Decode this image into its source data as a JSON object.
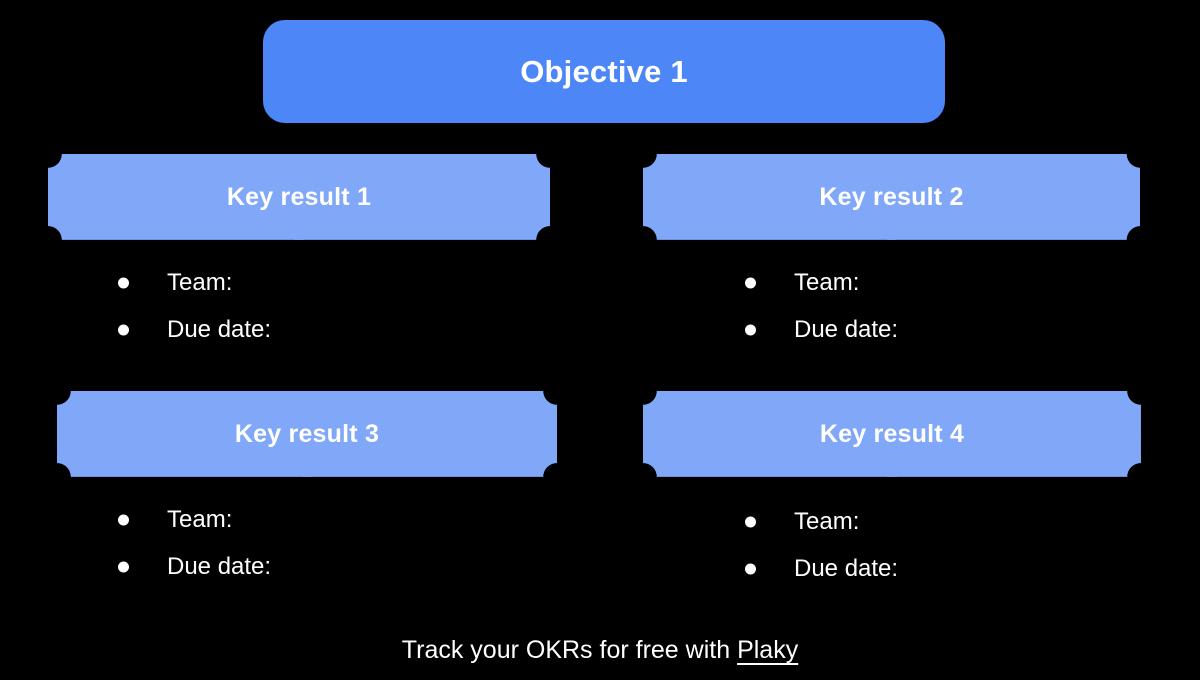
{
  "objective": {
    "label": "Objective 1"
  },
  "key_results": [
    {
      "title": "Key result 1",
      "bullets": [
        "Team:",
        "Due date:"
      ]
    },
    {
      "title": "Key result 2",
      "bullets": [
        "Team:",
        "Due date:"
      ]
    },
    {
      "title": "Key result 3",
      "bullets": [
        "Team:",
        "Due date:"
      ]
    },
    {
      "title": "Key result 4",
      "bullets": [
        "Team:",
        "Due date:"
      ]
    }
  ],
  "footer": {
    "text": "Track your OKRs for free with ",
    "link_label": "Plaky"
  },
  "colors": {
    "background": "#000000",
    "objective_fill": "#4C86F7",
    "key_result_fill": "#81A7F8",
    "text": "#FFFFFF"
  }
}
